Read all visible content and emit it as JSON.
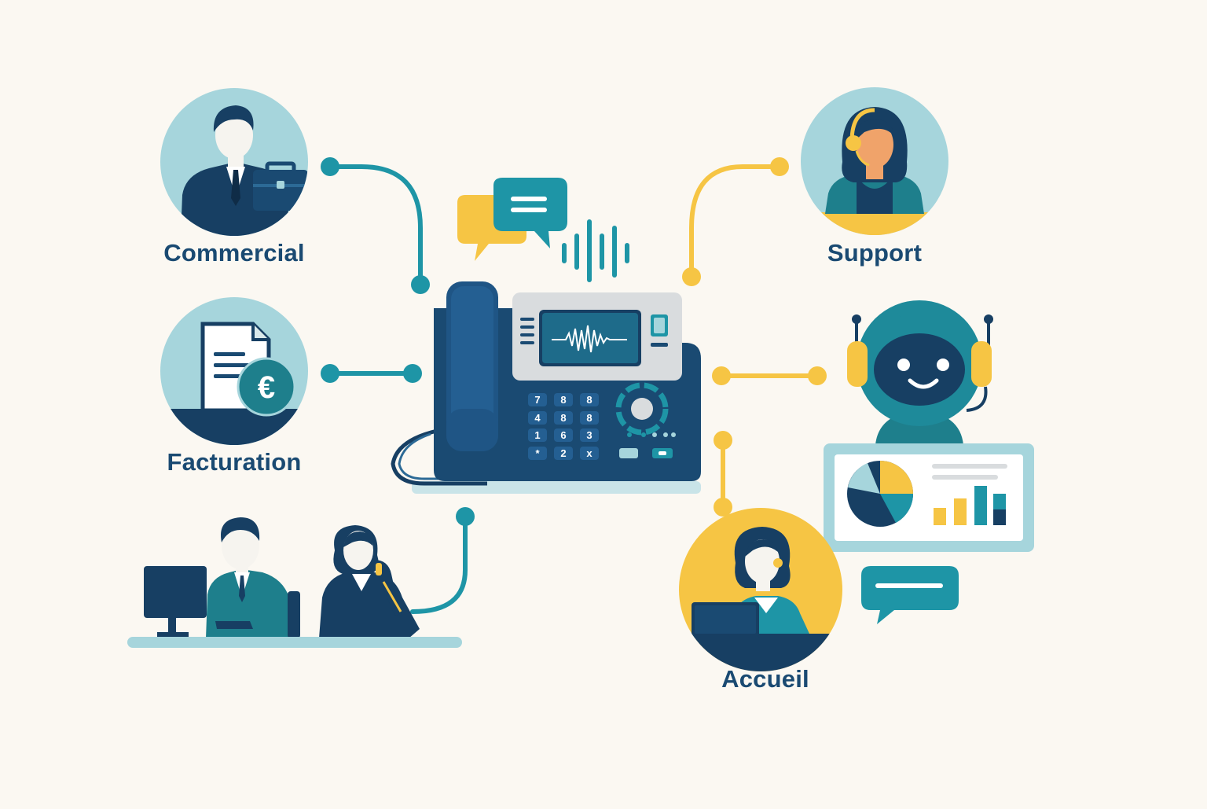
{
  "labels": {
    "commercial": "Commercial",
    "facturation": "Facturation",
    "support": "Support",
    "accueil": "Accueil"
  },
  "phone_keys": {
    "row1": [
      "7",
      "8",
      "8"
    ],
    "row2": [
      "4",
      "8",
      "8"
    ],
    "row3": [
      "1",
      "6",
      "3"
    ],
    "row4": [
      "*",
      "2",
      "x"
    ]
  },
  "billing_symbol": "€",
  "colors": {
    "background": "#fbf8f2",
    "navy": "#1a4a72",
    "dark_navy": "#173f63",
    "teal": "#1e95a6",
    "light_teal": "#a6d5dc",
    "yellow": "#f6c544",
    "grey": "#d9dcde"
  }
}
